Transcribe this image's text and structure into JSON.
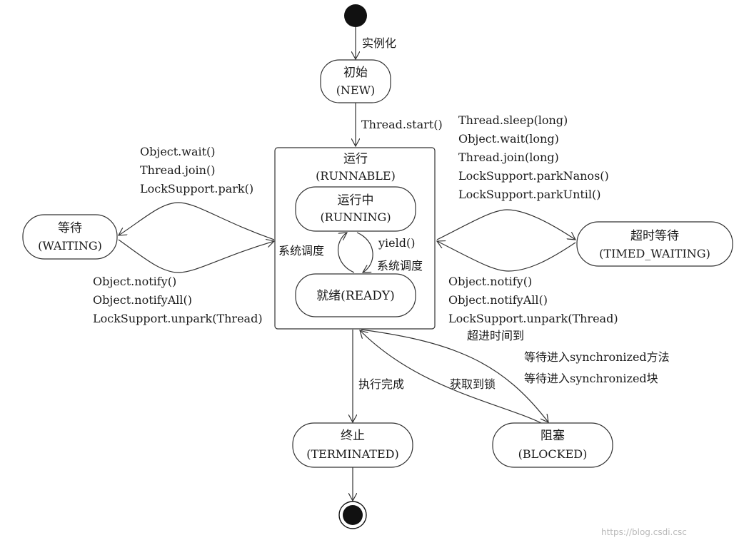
{
  "states": {
    "new": {
      "name": "初始",
      "sub": "(NEW)"
    },
    "runnable": {
      "name": "运行",
      "sub": "(RUNNABLE)"
    },
    "running": {
      "name": "运行中",
      "sub": "(RUNNING)"
    },
    "ready": {
      "name": "就绪(READY)"
    },
    "waiting": {
      "name": "等待",
      "sub": "(WAITING)"
    },
    "timed_waiting": {
      "name": "超时等待",
      "sub": "(TIMED_WAITING)"
    },
    "terminated": {
      "name": "终止",
      "sub": "(TERMINATED)"
    },
    "blocked": {
      "name": "阻塞",
      "sub": "(BLOCKED)"
    }
  },
  "transitions": {
    "instantiate": "实例化",
    "thread_start": "Thread.start()",
    "to_waiting": [
      "Object.wait()",
      "Thread.join()",
      "LockSupport.park()"
    ],
    "from_waiting": [
      "Object.notify()",
      "Object.notifyAll()",
      "LockSupport.unpark(Thread)"
    ],
    "to_timed_waiting": [
      "Thread.sleep(long)",
      "Object.wait(long)",
      "Thread.join(long)",
      "LockSupport.parkNanos()",
      "LockSupport.parkUntil()"
    ],
    "from_timed_waiting": [
      "Object.notify()",
      "Object.notifyAll()",
      "LockSupport.unpark(Thread)"
    ],
    "timeout": "超进时间到",
    "sched_left": "系统调度",
    "yield": "yield()",
    "sched_right": "系统调度",
    "exec_done": "执行完成",
    "acquire_lock": "获取到锁",
    "to_blocked": [
      "等待进入synchronized方法",
      "等待进入synchronized块"
    ]
  },
  "watermark": "https://blog.csdi.csc"
}
